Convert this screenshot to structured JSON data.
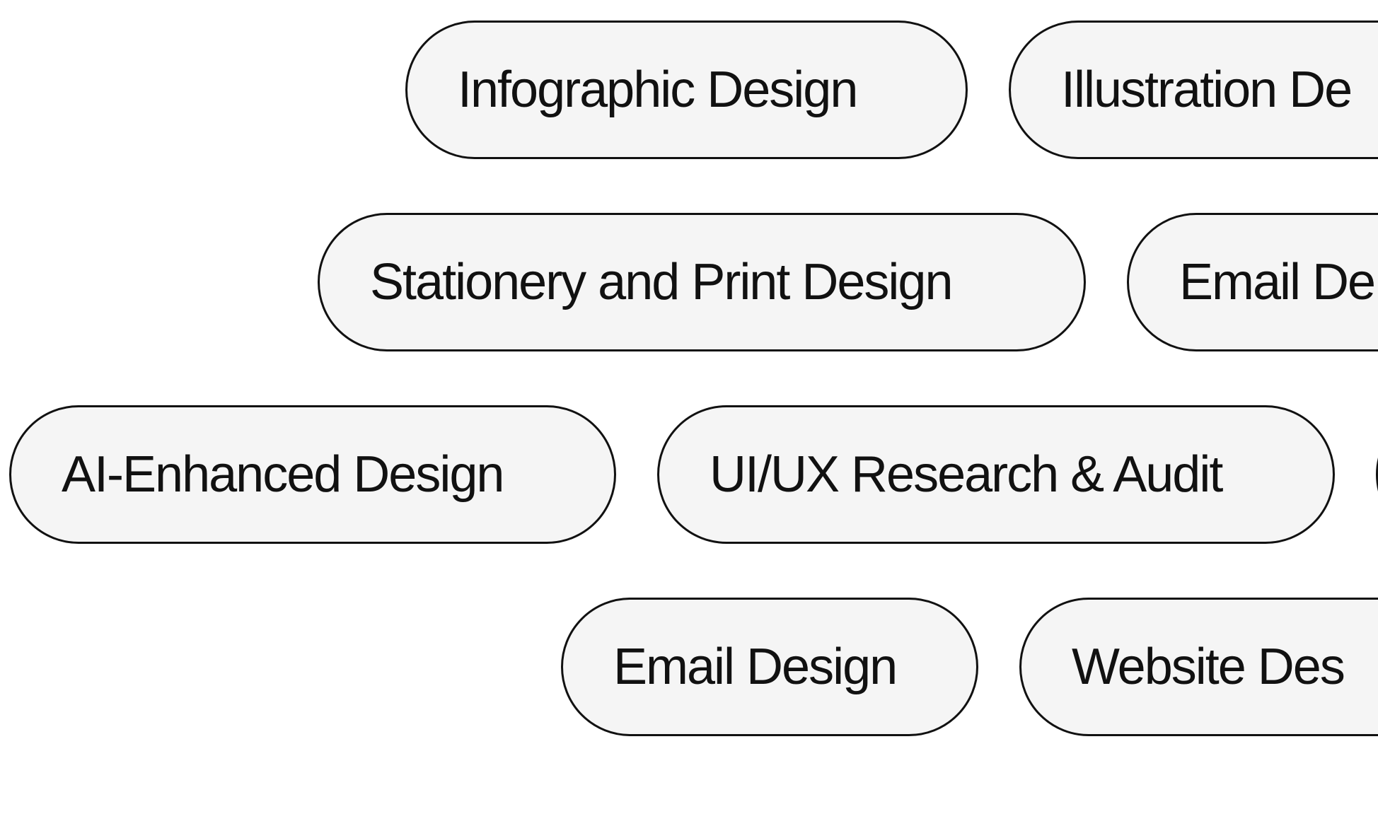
{
  "tags": {
    "row1": [
      {
        "label": "Infographic Design"
      },
      {
        "label": "Illustration De"
      }
    ],
    "row2": [
      {
        "label": "Stationery and Print Design"
      },
      {
        "label": "Email De"
      }
    ],
    "row3": [
      {
        "label": "AI-Enhanced Design"
      },
      {
        "label": "UI/UX Research & Audit"
      },
      {
        "label": ""
      }
    ],
    "row4": [
      {
        "label": "Email Design"
      },
      {
        "label": "Website Des"
      }
    ]
  },
  "colors": {
    "pill_background": "#f5f5f5",
    "pill_border": "#111111",
    "text": "#111111",
    "page_background": "#ffffff"
  }
}
